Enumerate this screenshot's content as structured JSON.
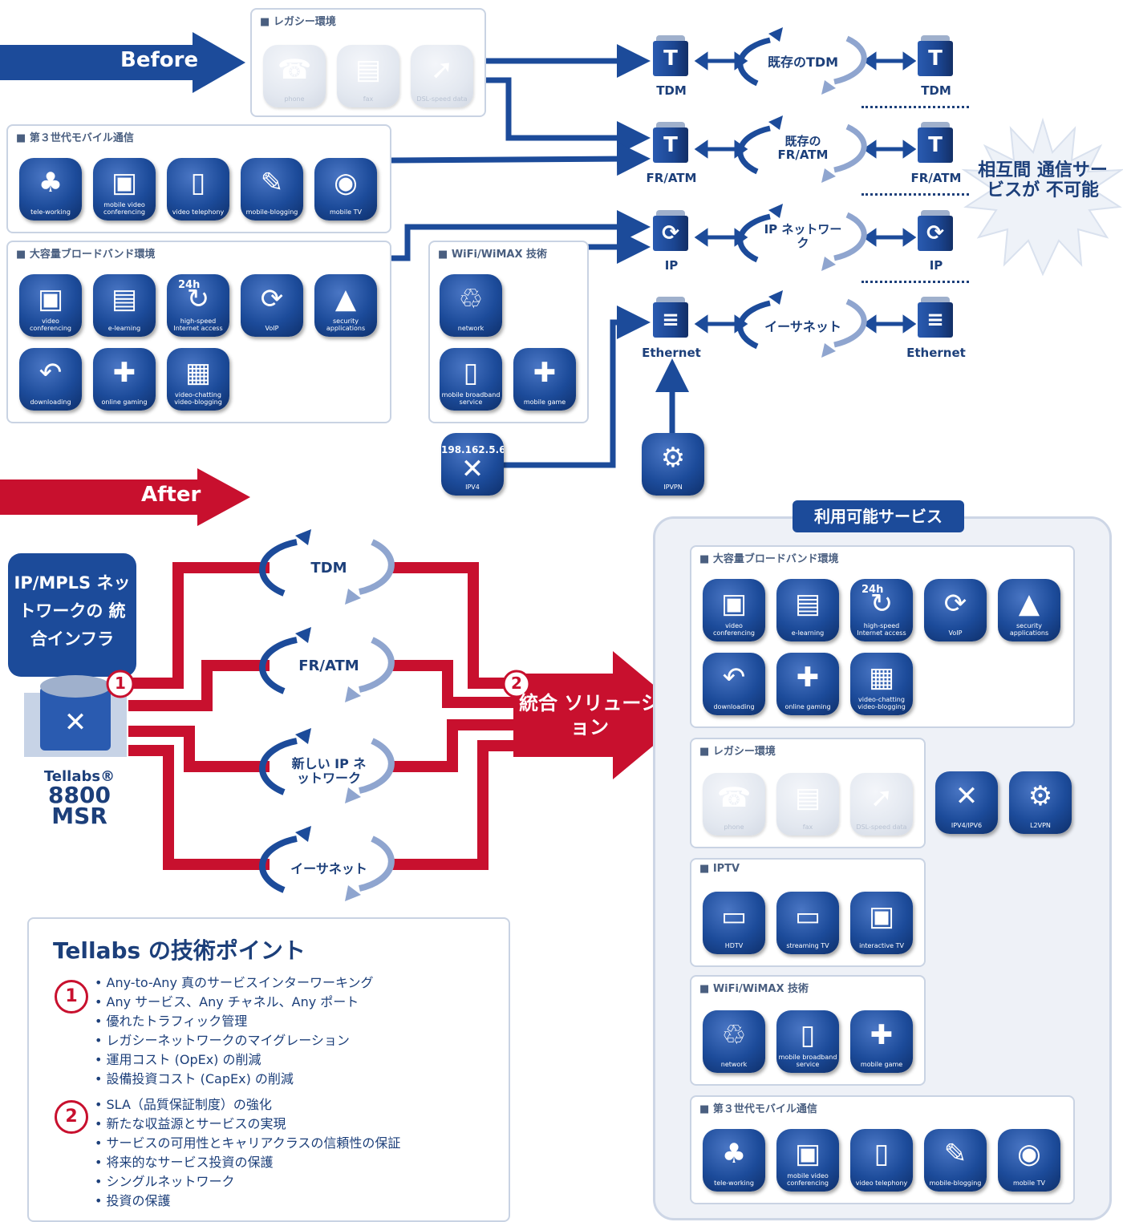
{
  "before": {
    "banner": "Before",
    "legacy": {
      "title": "レガシー環境",
      "icons": [
        {
          "label": "phone",
          "icon": "phone-icon"
        },
        {
          "label": "fax",
          "icon": "fax-icon"
        },
        {
          "label": "DSL-speed data",
          "icon": "data-icon"
        }
      ]
    },
    "mobile3g": {
      "title": "第３世代モバイル通信",
      "icons": [
        {
          "label": "tele-working",
          "icon": "tele-working-icon"
        },
        {
          "label": "mobile video conferencing",
          "icon": "video-conf-icon"
        },
        {
          "label": "video telephony",
          "icon": "video-phone-icon"
        },
        {
          "label": "mobile-blogging",
          "icon": "blogging-icon"
        },
        {
          "label": "mobile TV",
          "icon": "mobile-tv-icon"
        }
      ]
    },
    "broadband": {
      "title": "大容量ブロードバンド環境",
      "icons": [
        {
          "label": "video conferencing",
          "icon": "video-conf-icon"
        },
        {
          "label": "e-learning",
          "icon": "e-learning-icon"
        },
        {
          "label": "high-speed Internet access",
          "badge": "24h",
          "icon": "internet-icon"
        },
        {
          "label": "VoIP",
          "icon": "voip-icon"
        },
        {
          "label": "security applications",
          "icon": "lock-icon"
        },
        {
          "label": "downloading",
          "icon": "download-icon"
        },
        {
          "label": "online gaming",
          "icon": "gamepad-icon"
        },
        {
          "label": "video-chatting video-blogging",
          "icon": "video-chat-icon"
        }
      ]
    },
    "wifi": {
      "title": "WiFi/WiMAX 技術",
      "icons": [
        {
          "label": "network",
          "icon": "network-icon"
        },
        {
          "label": "mobile broadband service",
          "icon": "mobile-broadband-icon"
        },
        {
          "label": "mobile game",
          "icon": "mobile-game-icon"
        }
      ]
    },
    "networks": [
      {
        "node": "TDM",
        "cycle": "既存のTDM"
      },
      {
        "node": "FR/ATM",
        "cycle": "既存の FR/ATM"
      },
      {
        "node": "IP",
        "cycle": "IP ネットワーク"
      },
      {
        "node": "Ethernet",
        "cycle": "イーサネット"
      }
    ],
    "burst": "相互間 通信サービスが 不可能",
    "ipv4": {
      "address": "198.162.5.6",
      "label": "IPV4"
    },
    "ipvpn": {
      "label": "IPVPN"
    }
  },
  "after": {
    "banner": "After",
    "infra": "IP/MPLS ネットワークの 統合インフラ",
    "device": {
      "brand": "Tellabs®",
      "model": "8800",
      "suffix": "MSR"
    },
    "badge1": "1",
    "badge2": "2",
    "flows": [
      "TDM",
      "FR/ATM",
      "新しい IP ネットワーク",
      "イーサネット"
    ],
    "solution": "統合 ソリューション"
  },
  "services": {
    "title": "利用可能サービス",
    "broadband": {
      "title": "大容量ブロードバンド環境",
      "icons": [
        {
          "label": "video conferencing"
        },
        {
          "label": "e-learning"
        },
        {
          "label": "high-speed Internet access",
          "badge": "24h"
        },
        {
          "label": "VoIP"
        },
        {
          "label": "security applications"
        },
        {
          "label": "downloading"
        },
        {
          "label": "online gaming"
        },
        {
          "label": "video-chatting video-blogging"
        }
      ]
    },
    "legacy": {
      "title": "レガシー環境",
      "icons": [
        {
          "label": "phone"
        },
        {
          "label": "fax"
        },
        {
          "label": "DSL-speed data"
        }
      ],
      "extra": [
        {
          "label": "IPV4/IPV6"
        },
        {
          "label": "L2VPN"
        }
      ]
    },
    "iptv": {
      "title": "IPTV",
      "icons": [
        {
          "label": "HDTV"
        },
        {
          "label": "streaming TV"
        },
        {
          "label": "interactive TV"
        }
      ]
    },
    "wifi": {
      "title": "WiFi/WiMAX 技術",
      "icons": [
        {
          "label": "network"
        },
        {
          "label": "mobile broadband service"
        },
        {
          "label": "mobile game"
        }
      ]
    },
    "mobile3g": {
      "title": "第３世代モバイル通信",
      "icons": [
        {
          "label": "tele-working"
        },
        {
          "label": "mobile video conferencing"
        },
        {
          "label": "video telephony"
        },
        {
          "label": "mobile-blogging"
        },
        {
          "label": "mobile TV"
        }
      ]
    }
  },
  "points": {
    "title": "Tellabs の技術ポイント",
    "group1": {
      "num": "1",
      "items": [
        "• Any-to-Any 真のサービスインターワーキング",
        "• Any サービス、Any チャネル、Any ポート",
        "• 優れたトラフィック管理",
        "• レガシーネットワークのマイグレーション",
        "• 運用コスト (OpEx) の削減",
        "• 設備投資コスト (CapEx) の削減"
      ]
    },
    "group2": {
      "num": "2",
      "items": [
        "• SLA（品質保証制度）の強化",
        "• 新たな収益源とサービスの実現",
        "• サービスの可用性とキャリアクラスの信頼性の保証",
        "• 将来的なサービス投資の保護",
        "• シングルネットワーク",
        "• 投資の保護"
      ]
    }
  },
  "colors": {
    "navy": "#1c4b9a",
    "red": "#c8102e",
    "panel_border": "#c9d3e3"
  }
}
